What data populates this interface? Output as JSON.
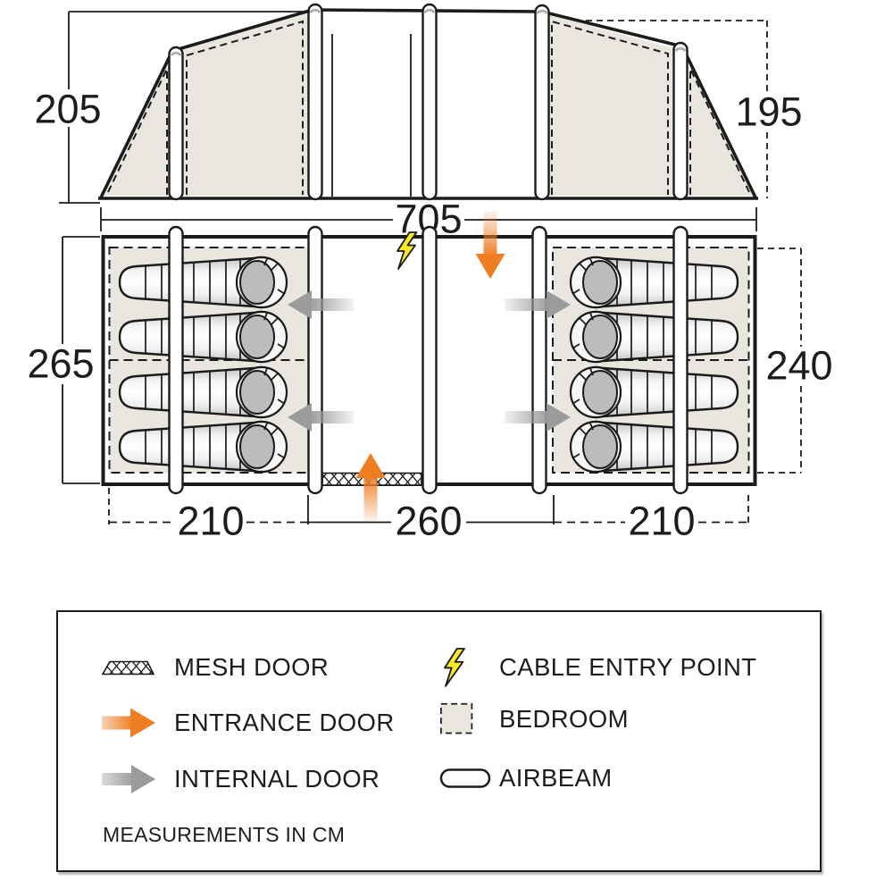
{
  "dimensions": {
    "left_height": "205",
    "right_height": "195",
    "total_width": "705",
    "left_depth": "265",
    "right_depth": "240",
    "left_width": "210",
    "center_width": "260",
    "right_width": "210"
  },
  "legend": {
    "mesh_door": "MESH DOOR",
    "entrance_door": "ENTRANCE DOOR",
    "internal_door": "INTERNAL DOOR",
    "cable_entry": "CABLE ENTRY POINT",
    "bedroom": "BEDROOM",
    "airbeam": "AIRBEAM",
    "note": "MEASUREMENTS IN CM"
  },
  "colors": {
    "entrance_arrow": "#ef7d22",
    "internal_arrow": "#9b9b9b",
    "cable_bolt": "#f9e926",
    "bedroom_fill": "#e9e6e0",
    "line": "#1c1c1c"
  }
}
